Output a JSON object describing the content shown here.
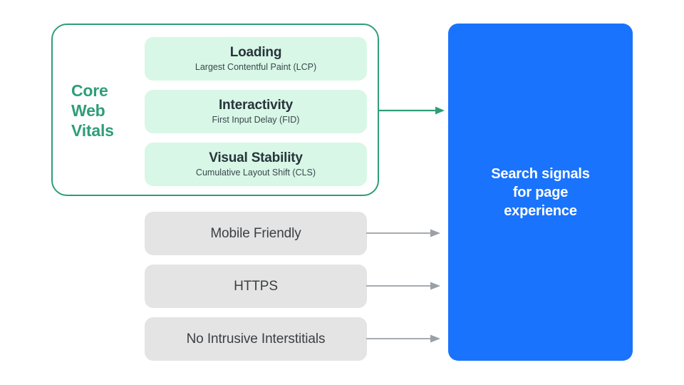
{
  "diagram": {
    "title_text": "Search signals for page experience",
    "colors": {
      "accent_green": "#2E9E78",
      "metric_card_bg": "#D8F7E7",
      "signal_card_bg": "#E4E4E4",
      "destination_bg": "#1A73FC",
      "arrow_grey": "#9AA0A6",
      "text_dark": "#3C4043",
      "text_white": "#FFFFFF",
      "page_bg": "#FFFFFF"
    },
    "core_web_vitals": {
      "group_label_lines": [
        "Core",
        "Web",
        "Vitals"
      ],
      "metrics": [
        {
          "title": "Loading",
          "subtitle": "Largest Contentful Paint (LCP)"
        },
        {
          "title": "Interactivity",
          "subtitle": "First Input Delay (FID)"
        },
        {
          "title": "Visual Stability",
          "subtitle": "Cumulative Layout Shift (CLS)"
        }
      ]
    },
    "other_signals": [
      {
        "title": "Mobile Friendly"
      },
      {
        "title": "HTTPS"
      },
      {
        "title": "No Intrusive Interstitials"
      }
    ],
    "destination": {
      "line1": "Search signals",
      "line2": "for page",
      "line3": "experience",
      "text": "Search signals\nfor page\nexperience"
    },
    "arrows": {
      "core_web_vitals_arrow_label": "arrow-right-green",
      "signal_arrow_label": "arrow-right-grey"
    }
  }
}
